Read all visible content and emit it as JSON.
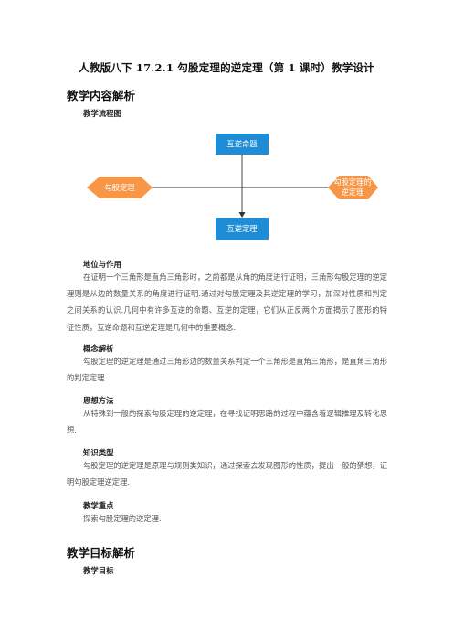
{
  "document": {
    "title": "人教版八下 17.2.1 勾股定理的逆定理（第 1 课时）教学设计"
  },
  "sections": {
    "content_analysis": "教学内容解析",
    "goal_analysis": "教学目标解析"
  },
  "flowchart": {
    "heading": "教学流程图",
    "top_box": "互逆命题",
    "bottom_box": "互逆定理",
    "left_box": "勾股定理",
    "right_box_line1": "勾股定理的",
    "right_box_line2": "逆定理",
    "colors": {
      "box": "#1F8DD6",
      "hexagon": "#F79646",
      "line": "#333333"
    }
  },
  "position_role": {
    "heading": "地位与作用",
    "text": "在证明一个三角形是直角三角形时，之前都是从角的角度进行证明，三角形勾股定理的逆定理则是从边的数量关系的角度进行证明.通过对勾股定理及其逆定理的学习，加深对性质和判定之间关系的认识.几何中有许多互逆的命题、互逆的定理，它们从正反两个方面揭示了图形的特征性质，互逆命题和互逆定理是几何中的重要概念."
  },
  "concept": {
    "heading": "概念解析",
    "text": "勾股定理的逆定理是通过三角形边的数量关系判定一个三角形是直角三角形，是直角三角形的判定定理."
  },
  "thinking": {
    "heading": "思想方法",
    "text": "从特殊到一般的探索勾股定理的逆定理，在寻找证明思路的过程中蕴含着逻辑推理及转化思想."
  },
  "knowledge_type": {
    "heading": "知识类型",
    "text": "勾股定理的逆定理是原理与规则类知识，通过探索去发现图形的性质，提出一般的猜想，证明勾股定理逆定理."
  },
  "key_point": {
    "heading": "教学重点",
    "text": "探索勾股定理的逆定理."
  },
  "goals": {
    "heading": "教学目标"
  }
}
